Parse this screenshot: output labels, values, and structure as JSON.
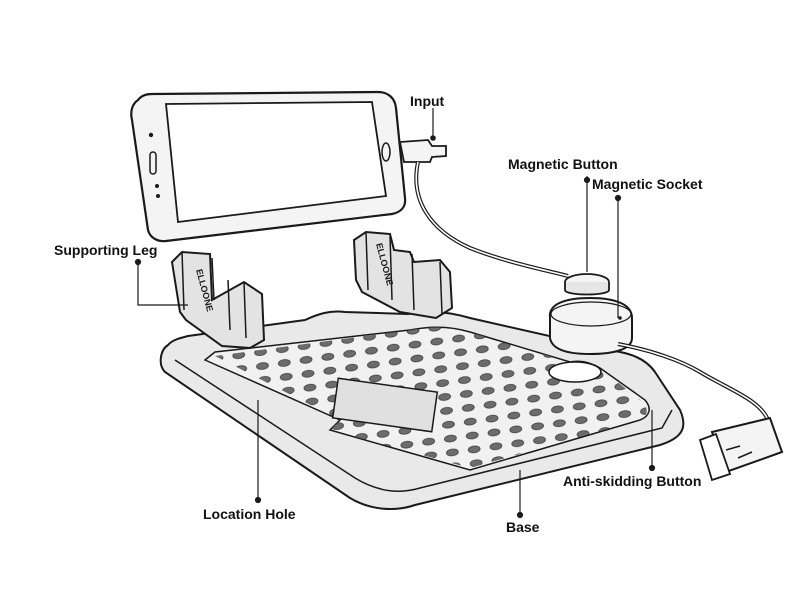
{
  "labels": {
    "input": "Input",
    "magnetic_button": "Magnetic Button",
    "magnetic_socket": "Magnetic Socket",
    "supporting_leg": "Supporting Leg",
    "anti_skidding_button": "Anti-skidding Button",
    "location_hole": "Location Hole",
    "base": "Base"
  },
  "logo_text": "ELLOONE",
  "colors": {
    "ink": "#1a1a1a",
    "fill_base": "#e9e9e9",
    "fill_light": "#f4f4f4",
    "paper": "#ffffff"
  }
}
